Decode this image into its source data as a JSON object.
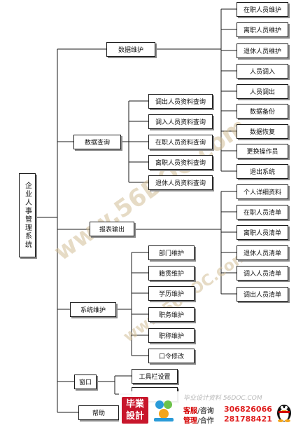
{
  "diagram": {
    "root": "企业人事管理系统",
    "branches": [
      {
        "id": "b1",
        "label": "数据维护"
      },
      {
        "id": "b2",
        "label": "数据查询"
      },
      {
        "id": "b3",
        "label": "报表输出"
      },
      {
        "id": "b4",
        "label": "系统维护"
      },
      {
        "id": "b5",
        "label": "窗口"
      },
      {
        "id": "b6",
        "label": "帮助"
      }
    ],
    "right_col": [
      "在职人员维护",
      "离职人员维护",
      "退休人员维护",
      "人员调入",
      "人员调出",
      "数据备份",
      "数据恢复",
      "更换操作员",
      "退出系统"
    ],
    "query_items": [
      "调出人员资料查询",
      "调入人员资料查询",
      "在职人员资料查询",
      "离职人员资料查询",
      "退休人员资料查询"
    ],
    "report_items": [
      "个人详细资料",
      "在职人员清单",
      "离职人员清单",
      "退休人员清单",
      "调入人员清单",
      "调出人员清单"
    ],
    "system_items": [
      "部门维护",
      "籍贯维护",
      "学历维护",
      "职务维护",
      "职称维护",
      "口令修改"
    ],
    "window_items": [
      "工具栏设置",
      ""
    ]
  },
  "watermark": {
    "text": "www.56DOC.com"
  },
  "footer": {
    "logo_line1": "毕業",
    "logo_line2": "設計",
    "tagline": "毕业设计资料 56DOC.COM",
    "row1_label_a": "客服",
    "row1_label_b": "/咨询",
    "row1_number": "306826066",
    "row2_label_a": "管理",
    "row2_label_b": "/合作",
    "row2_number": "281788421"
  },
  "colors": {
    "line": "#1a1a1a",
    "shadow": "#8a8a8a",
    "brand_red": "#c8162b",
    "watermark": "#d2be96"
  }
}
